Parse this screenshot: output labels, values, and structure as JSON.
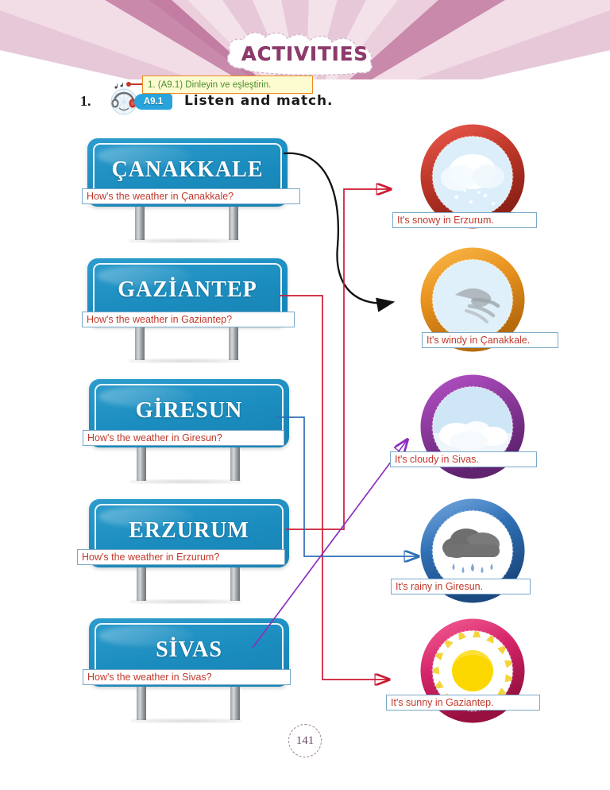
{
  "header": {
    "banner_title": "ACTIVITIES",
    "sunburst_color": "#e8c4d6",
    "banner_text_color": "#8e3a6d"
  },
  "instruction": {
    "number": "1.",
    "turkish_note": "1. (A9.1) Dinleyin ve eşleştirin.",
    "audio_badge": "A9.1",
    "english_title": "Listen and match.",
    "note_bg": "#fdfbd0",
    "note_border": "#f08a22",
    "note_text_color": "#4a8f2f",
    "badge_color": "#29a3dc"
  },
  "signs": [
    {
      "city": "ÇANAKKALE",
      "question": "How's the weather in Çanakkale?"
    },
    {
      "city": "GAZİANTEP",
      "question": "How's the weather in Gaziantep?"
    },
    {
      "city": "GİRESUN",
      "question": "How's the weather in Giresun?"
    },
    {
      "city": "ERZURUM",
      "question": "How's the weather in Erzurum?"
    },
    {
      "city": "SİVAS",
      "question": "How's the weather in Sivas?"
    }
  ],
  "weather": [
    {
      "condition": "snowy",
      "answer": "It's snowy in Erzurum.",
      "ring_color": "#c0392b",
      "icon": "snow-cloud-icon"
    },
    {
      "condition": "windy",
      "answer": "It's windy in Çanakkale.",
      "ring_color": "#e8921f",
      "icon": "wind-icon"
    },
    {
      "condition": "cloudy",
      "answer": "It's cloudy in Sivas.",
      "ring_color": "#8e3a9d",
      "icon": "cloud-icon"
    },
    {
      "condition": "rainy",
      "answer": "It's rainy in Giresun.",
      "ring_color": "#2f6fb5",
      "icon": "rain-cloud-icon"
    },
    {
      "condition": "sunny",
      "answer": "It's sunny in Gaziantep.",
      "ring_color": "#d6256b",
      "icon": "sun-icon"
    }
  ],
  "connections": [
    {
      "from": "ÇANAKKALE",
      "to": "windy",
      "color": "#111111"
    },
    {
      "from": "GAZİANTEP",
      "to": "sunny",
      "color": "#cc1a33"
    },
    {
      "from": "GİRESUN",
      "to": "rainy",
      "color": "#2f6fb5"
    },
    {
      "from": "ERZURUM",
      "to": "snowy",
      "color": "#cc1a33"
    },
    {
      "from": "SİVAS",
      "to": "cloudy",
      "color": "#8e2fbe"
    }
  ],
  "sign_colors": {
    "board": "#1b8cbe",
    "text": "#ffffff",
    "post": "#9aa0a4",
    "annotation_text": "#c0392b",
    "annotation_border": "#7aa8c8"
  },
  "footer": {
    "page_number": "141"
  }
}
